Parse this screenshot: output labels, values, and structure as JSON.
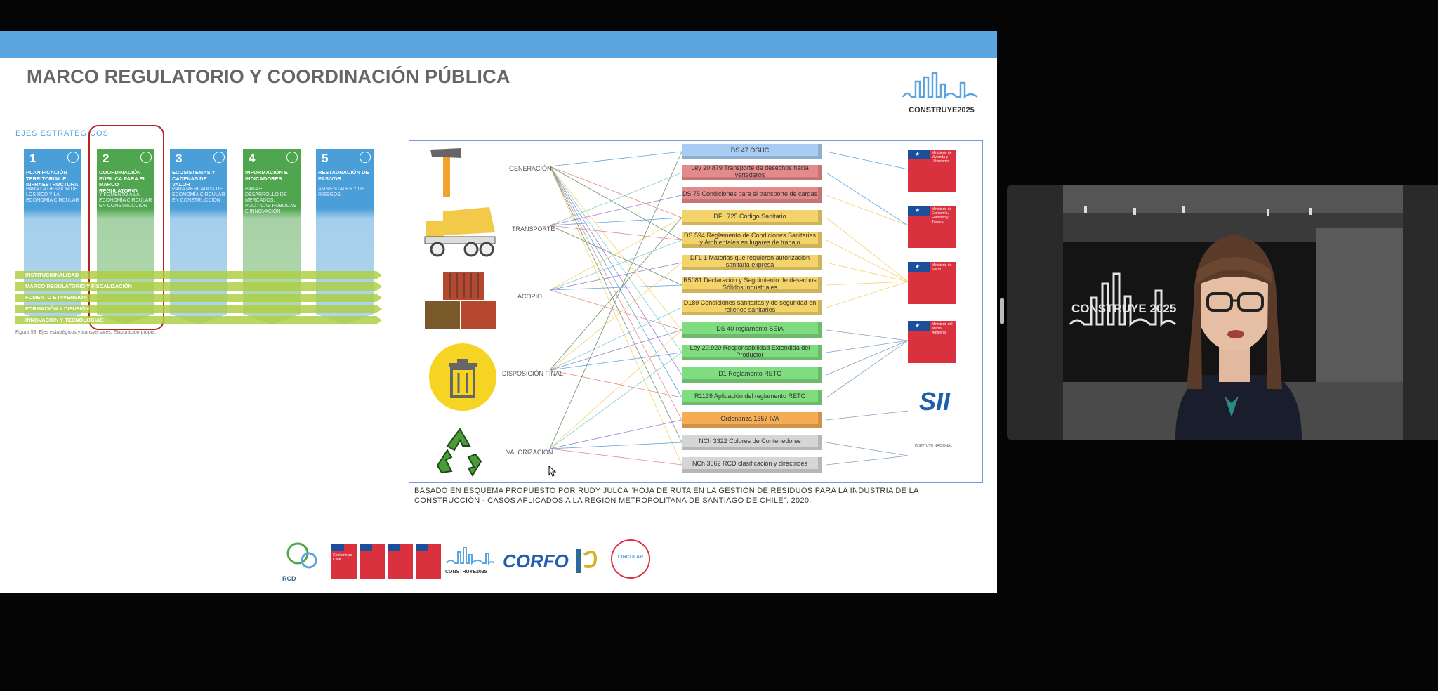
{
  "slide": {
    "title": "MARCO REGULATORIO Y COORDINACIÓN PÚBLICA",
    "brand": "CONSTRUYE2025",
    "ejes_label": "EJES ESTRATÉGICOS",
    "pillars": [
      {
        "num": "1",
        "title": "PLANIFICACIÓN TERRITORIAL E INFRAESTRUCTURA",
        "desc": "PARA LA GESTIÓN DE LOS RCD Y LA ECONOMÍA CIRCULAR",
        "color": "#4a9fd8"
      },
      {
        "num": "2",
        "title": "COORDINACIÓN PÚBLICA PARA EL MARCO REGULATORIO",
        "desc": "Y FOMENTO A LA ECONOMÍA CIRCULAR EN CONSTRUCCIÓN",
        "color": "#4fa64f"
      },
      {
        "num": "3",
        "title": "ECOSISTEMAS Y CADENAS DE VALOR",
        "desc": "PARA MERCADOS DE ECONOMÍA CIRCULAR EN CONSTRUCCIÓN",
        "color": "#4a9fd8"
      },
      {
        "num": "4",
        "title": "INFORMACIÓN E INDICADORES",
        "desc": "PARA EL DESARROLLO DE MERCADOS, POLÍTICAS PÚBLICAS E INNOVACIÓN",
        "color": "#4fa64f"
      },
      {
        "num": "5",
        "title": "RESTAURACIÓN DE PASIVOS",
        "desc": "AMBIENTALES Y DE RIESGOS",
        "color": "#4a9fd8"
      }
    ],
    "bands": [
      "INSTITUCIONALIDAD",
      "MARCO REGULATORIO Y FISCALIZACIÓN",
      "FOMENTO E INVERSIÓN",
      "FORMACIÓN Y DIFUSIÓN",
      "INNOVACIÓN Y TECNOLOGÍAS"
    ],
    "figure_caption": "Figura 53: Ejes estratégicos y transversales. Elaboración propia.",
    "stages": [
      "GENERACIÓN",
      "TRANSPORTE",
      "ACOPIO",
      "DISPOSICIÓN FINAL",
      "VALORIZACIÓN"
    ],
    "regulations": [
      {
        "text": "DS 47 OGUC",
        "color": "#a9cdf2"
      },
      {
        "text": "Ley 20.879 Transporte de desechos hacia vertederos",
        "color": "#e58a8a"
      },
      {
        "text": "DS 75 Condiciones para el transporte de cargas",
        "color": "#e58a8a"
      },
      {
        "text": "DFL 725 Código Sanitario",
        "color": "#f3d36a"
      },
      {
        "text": "DS 594 Reglamento de Condiciones Sanitarias y Ambientales en lugares de trabajo",
        "color": "#f3d36a"
      },
      {
        "text": "DFL 1 Materias que requieren autorización sanitaria expresa",
        "color": "#f3d36a"
      },
      {
        "text": "R5081 Declaración y Seguimiento de desechos Sólidos Industriales",
        "color": "#f3d36a"
      },
      {
        "text": "D189 Condiciones sanitarias y de seguridad en rellenos sanitarios",
        "color": "#f3d36a"
      },
      {
        "text": "DS 40 reglamento SEIA",
        "color": "#7fdc7f"
      },
      {
        "text": "Ley 20.920 Responsabilidad Extendida del Productor",
        "color": "#7fdc7f"
      },
      {
        "text": "D1 Reglamento RETC",
        "color": "#7fdc7f"
      },
      {
        "text": "R1139 Aplicación del reglamento RETC",
        "color": "#7fdc7f"
      },
      {
        "text": "Ordenanza 1357 IVA",
        "color": "#f4ac55"
      },
      {
        "text": "NCh 3322 Colores de Contenedores",
        "color": "#d6d6d6"
      },
      {
        "text": "NCh 3562 RCD clasificación y directrices",
        "color": "#d6d6d6"
      }
    ],
    "ministries": [
      "Ministerio de Vivienda y Urbanismo",
      "Ministerio de Economía, Fomento y Turismo",
      "Ministerio de Salud",
      "Ministerio del Medio Ambiente"
    ],
    "sii": "SII",
    "inn": "INSTITUTO NACIONAL",
    "diagram_caption": "BASADO EN ESQUEMA PROPUESTO POR RUDY JULCA “HOJA DE RUTA EN LA GESTIÓN DE RESIDUOS PARA LA INDUSTRIA DE LA CONSTRUCCIÓN - CASOS APLICADOS A LA REGIÓN METROPOLITANA DE SANTIAGO DE CHILE”. 2020.",
    "partners": {
      "rcd": "RCD",
      "gob": "Gobierno de Chile",
      "construye": "CONSTRUYE2025",
      "corfo": "CORFO",
      "circular": "CIRCULAR"
    }
  },
  "video": {
    "backdrop_text": "CONSTRUYE 2025"
  }
}
